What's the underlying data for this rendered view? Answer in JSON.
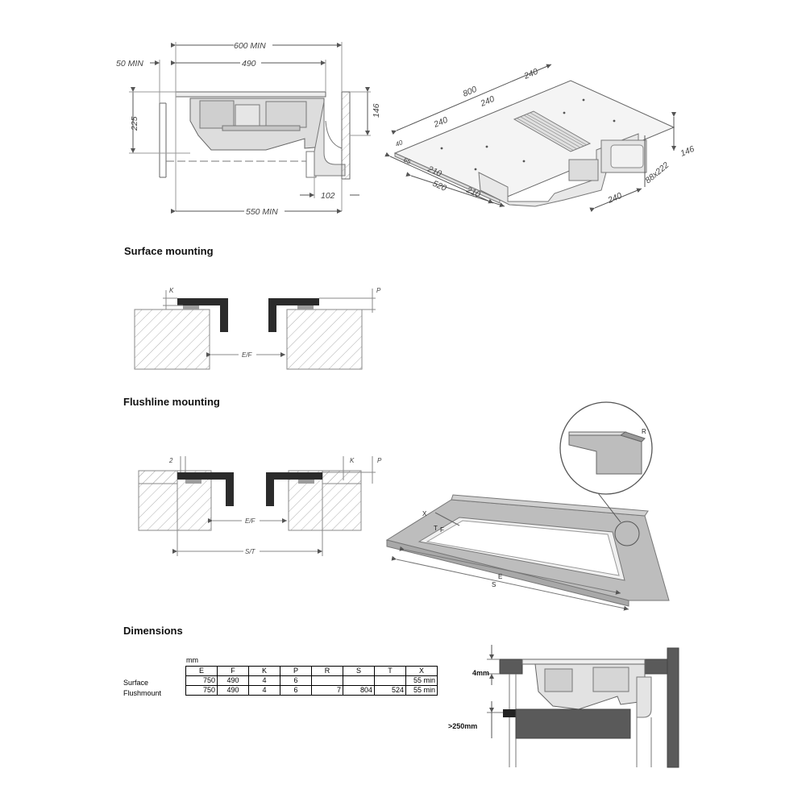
{
  "top_side_view": {
    "dims": [
      "600 MIN",
      "490",
      "50 MIN",
      "225",
      "146",
      "102",
      "550 MIN"
    ]
  },
  "iso_view": {
    "dims": [
      "800",
      "240",
      "240",
      "240",
      "40",
      "65",
      "210",
      "520",
      "210",
      "146",
      "88x222",
      "240"
    ]
  },
  "surface_mounting": {
    "title": "Surface mounting",
    "labels": [
      "K",
      "P",
      "E/F"
    ]
  },
  "flushline_mounting": {
    "title": "Flushline mounting",
    "labels": [
      "2",
      "K",
      "P",
      "E/F",
      "S/T"
    ],
    "iso_labels": [
      "X",
      "T",
      "F",
      "E",
      "S",
      "R"
    ]
  },
  "dimensions": {
    "title": "Dimensions",
    "units": "mm",
    "columns": [
      "E",
      "F",
      "K",
      "P",
      "R",
      "S",
      "T",
      "X"
    ],
    "rows": [
      {
        "label": "Surface",
        "values": [
          "750",
          "490",
          "4",
          "6",
          "",
          "",
          "",
          "55 min"
        ]
      },
      {
        "label": "Flushmount",
        "values": [
          "750",
          "490",
          "4",
          "6",
          "7",
          "804",
          "524",
          "55 min"
        ]
      }
    ]
  },
  "clearance_view": {
    "notes": [
      "4mm",
      ">250mm"
    ]
  },
  "colors": {
    "hatch": "#9a9a9a",
    "frame": "#2b2b2b",
    "seal": "#9d9d9d",
    "line": "#555555"
  }
}
